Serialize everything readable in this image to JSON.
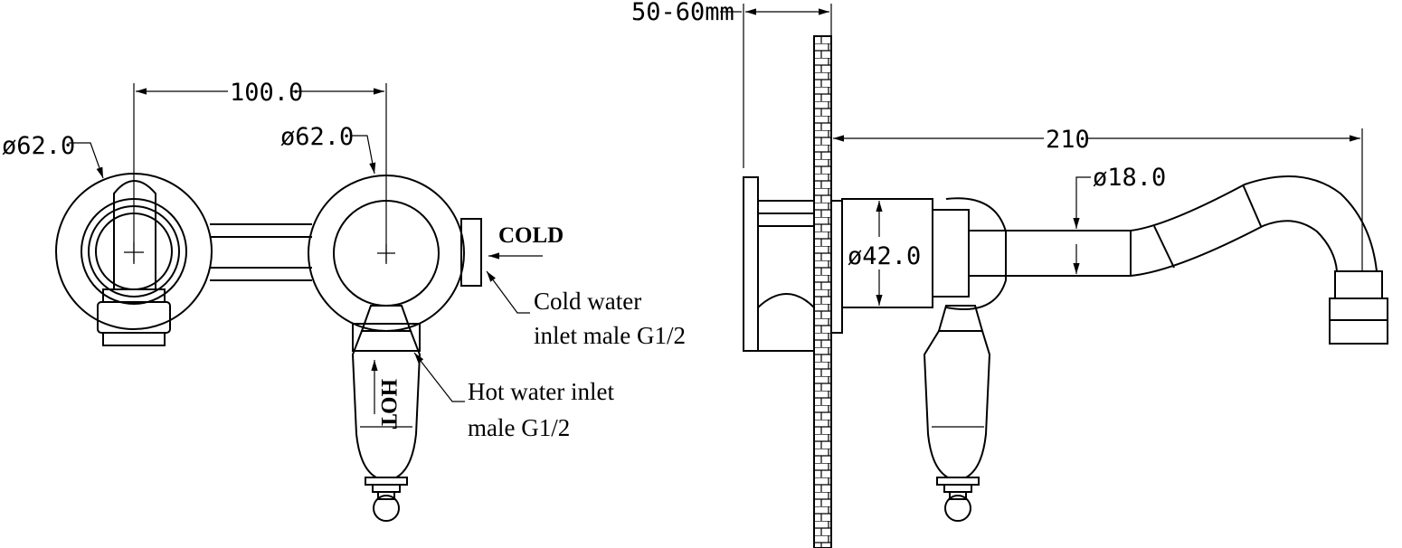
{
  "front_view": {
    "dim_spacing": "100.0",
    "dim_left_diameter": "ø62.0",
    "dim_right_diameter": "ø62.0",
    "cold_label": "COLD",
    "hot_label": "HOT",
    "cold_note_line1": "Cold water",
    "cold_note_line2": "inlet male G1/2",
    "hot_note_line1": "Hot water inlet",
    "hot_note_line2": "male G1/2"
  },
  "side_view": {
    "dim_wall": "50-60mm",
    "dim_reach": "210",
    "dim_spout_diameter": "ø18.0",
    "dim_body_diameter": "ø42.0"
  }
}
